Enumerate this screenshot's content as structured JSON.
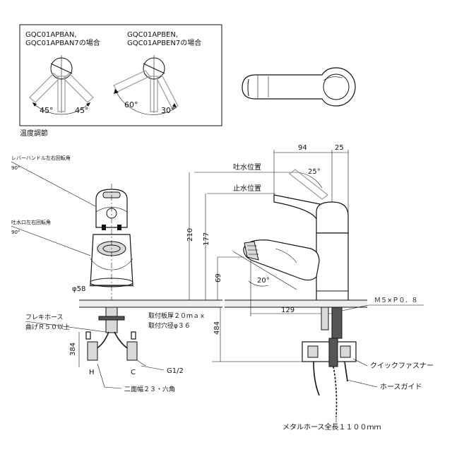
{
  "temperature_box": {
    "left_model_lines": [
      "GQC01APBAN,",
      "GQC01APBAN7の場合"
    ],
    "right_model_lines": [
      "GQC01APBEN,",
      "GQC01APBEN7の場合"
    ],
    "left_angles": [
      "45°",
      "45°"
    ],
    "right_angles": [
      "60°",
      "30°"
    ],
    "caption": "温度調節"
  },
  "front_view": {
    "lever_rotation_label": "レバーハンドル左右回転角",
    "lever_rotation_value": "90°",
    "spout_rotation_label": "吐水口左右回転角",
    "spout_rotation_value": "90°",
    "hose_label_line1": "フレキホース",
    "hose_label_line2": "曲げＲ５０以上",
    "diameter": "φ58",
    "dim_384": "384",
    "h_label": "H",
    "c_label": "C",
    "thread": "G1/2",
    "wrench": "二面幅２３・六角",
    "plate_thickness": "取付板厚２０ｍａｘ",
    "hole_diameter": "取付穴径φ３６",
    "dim_484": "484"
  },
  "side_view": {
    "dim_94": "94",
    "dim_25": "25",
    "angle_25": "25°",
    "spout_open": "吐水位置",
    "spout_closed": "止水位置",
    "dim_210": "210",
    "dim_177": "177",
    "dim_69": "69",
    "angle_20": "20°",
    "dim_129": "129",
    "thread_m5": "Ｍ５×Ｐ０．８",
    "quick_fastener": "クイックファスナー",
    "hose_guide": "ホースガイド",
    "metal_hose": "メタルホース全長１１００ｍｍ"
  }
}
